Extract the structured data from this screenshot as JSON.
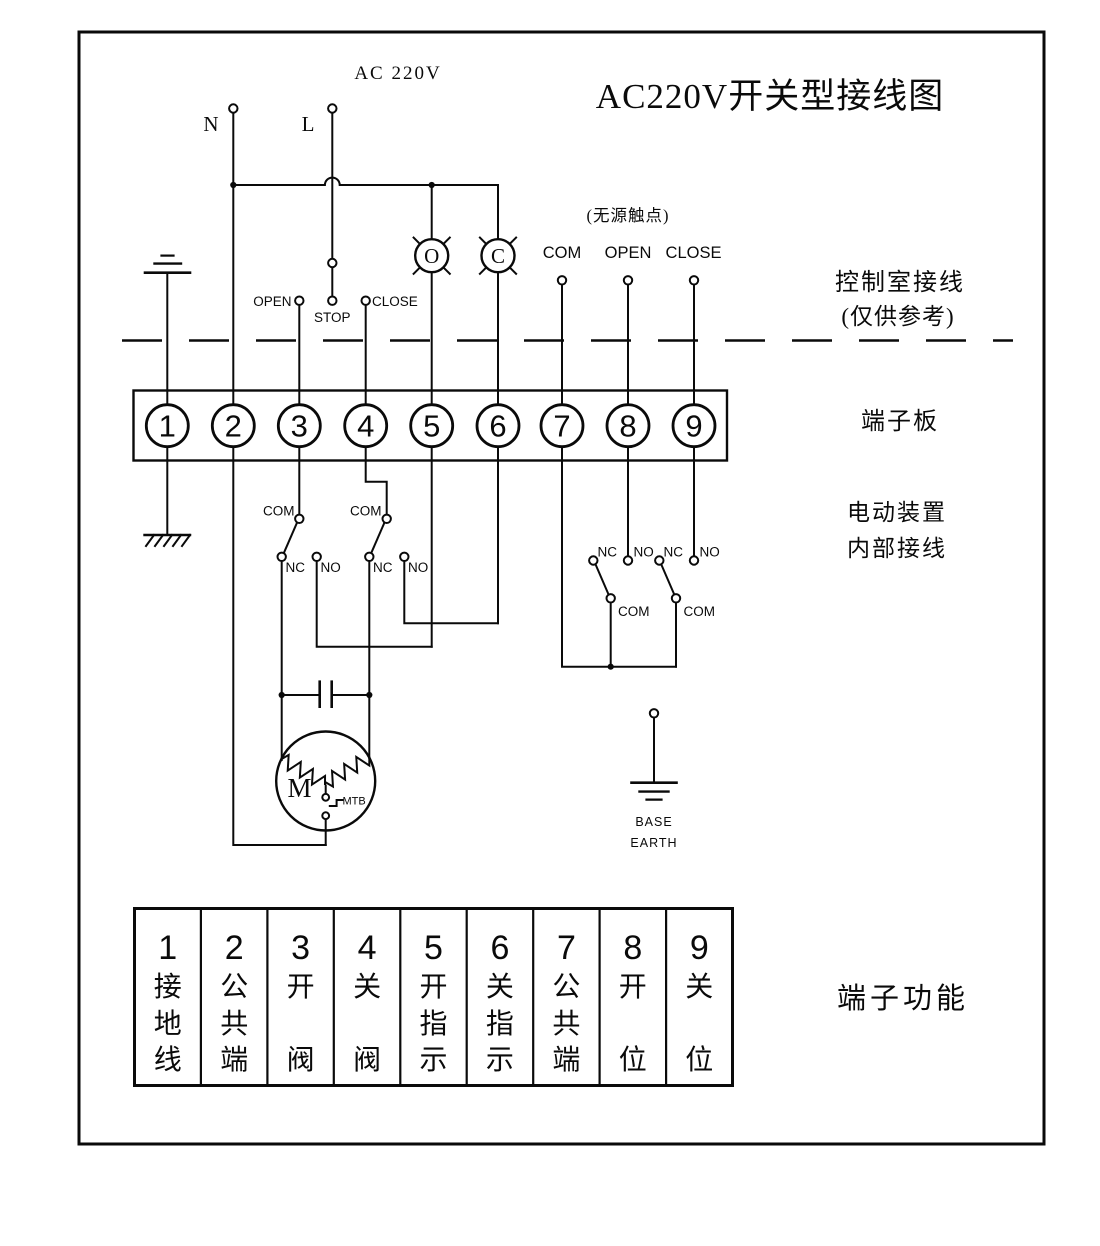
{
  "diagram": {
    "title": "AC220V开关型接线图",
    "power_label": "AC 220V",
    "neutral_label": "N",
    "live_label": "L",
    "dry_contact_note": "(无源触点)",
    "remote_labels": {
      "com": "COM",
      "open": "OPEN",
      "close": "CLOSE"
    },
    "buttons": {
      "open": "OPEN",
      "stop": "STOP",
      "close": "CLOSE"
    },
    "lamps": {
      "open_lamp": "O",
      "close_lamp": "C"
    },
    "contact_labels": {
      "com": "COM",
      "nc": "NC",
      "no": "NO"
    },
    "motor": {
      "letter": "M",
      "thermal": "MTB"
    },
    "base_earth": {
      "line1": "BASE",
      "line2": "EARTH"
    },
    "annotations": {
      "control_room_1": "控制室接线",
      "control_room_2": "(仅供参考)",
      "terminal_board": "端子板",
      "internal_1": "电动装置",
      "internal_2": "内部接线",
      "terminal_function": "端子功能"
    },
    "terminals": [
      "1",
      "2",
      "3",
      "4",
      "5",
      "6",
      "7",
      "8",
      "9"
    ],
    "function_table": {
      "columns": [
        {
          "num": "1",
          "chars": [
            "接",
            "地",
            "线"
          ]
        },
        {
          "num": "2",
          "chars": [
            "公",
            "共",
            "端"
          ]
        },
        {
          "num": "3",
          "chars": [
            "开",
            "",
            "阀"
          ]
        },
        {
          "num": "4",
          "chars": [
            "关",
            "",
            "阀"
          ]
        },
        {
          "num": "5",
          "chars": [
            "开",
            "指",
            "示"
          ]
        },
        {
          "num": "6",
          "chars": [
            "关",
            "指",
            "示"
          ]
        },
        {
          "num": "7",
          "chars": [
            "公",
            "共",
            "端"
          ]
        },
        {
          "num": "8",
          "chars": [
            "开",
            "",
            "位"
          ]
        },
        {
          "num": "9",
          "chars": [
            "关",
            "",
            "位"
          ]
        }
      ]
    }
  }
}
